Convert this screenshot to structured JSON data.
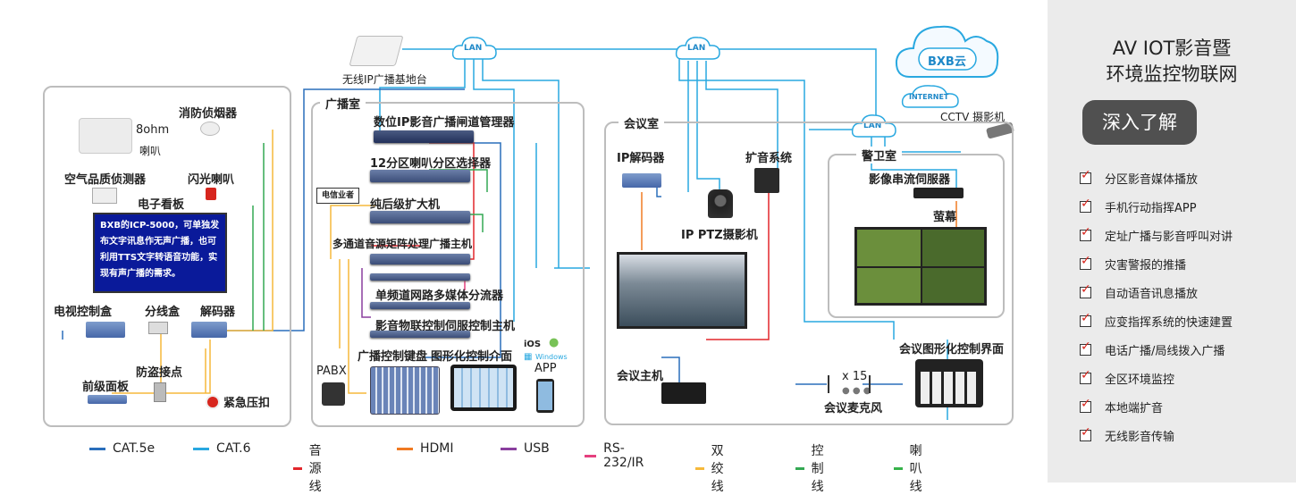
{
  "diagram": {
    "clouds": {
      "lan": "LAN",
      "internet": "INTERNET",
      "bxb": "BXB云"
    },
    "top": {
      "wifi_ap": "无线IP广播基地台",
      "cctv": "CCTV 摄影机"
    },
    "left_panel": {
      "fire_detector": "消防侦烟器",
      "speaker_spec": "8ohm",
      "speaker": "喇叭",
      "air_quality": "空气品质侦测器",
      "strobe_horn": "闪光喇叭",
      "e_board": "电子看板",
      "e_board_text": "BXB的ICP-5000，可单独发布文字讯息作无声广播，也可利用TTS文字转语音功能，实现有声广播的需求。",
      "tv_ctrl": "电视控制盒",
      "splitter": "分线盒",
      "decoder": "解码器",
      "anti_theft": "防盗接点",
      "front_panel": "前级面板",
      "emergency": "紧急压扣"
    },
    "broadcast_room": {
      "title": "广播室",
      "gateway": "数位IP影音广播闸道管理器",
      "zone_selector": "12分区喇叭分区选择器",
      "amplifier": "纯后级扩大机",
      "telecom": "电信业者",
      "matrix": "多通道音源矩阵处理广播主机",
      "streamer": "单频道网路多媒体分流器",
      "iot_host": "影音物联控制伺服控制主机",
      "pabx": "PABX",
      "keyboard": "广播控制键盘",
      "gui": "图形化控制介面",
      "ios": "iOS",
      "windows": "Windows",
      "app": "APP"
    },
    "meeting_room": {
      "title": "会议室",
      "ip_decoder": "IP解码器",
      "amp_system": "扩音系统",
      "ptz_camera": "IP PTZ摄影机",
      "host": "会议主机",
      "mic_count": "x 15",
      "mic": "会议麦克风",
      "gui": "会议图形化控制界面"
    },
    "guard_room": {
      "title": "警卫室",
      "stream_server": "影像串流伺服器",
      "screen": "萤幕"
    }
  },
  "legend": [
    {
      "label": "CAT.5e",
      "color": "#2a6ebb"
    },
    {
      "label": "CAT.6",
      "color": "#29a8e0"
    },
    {
      "label": "音源线",
      "color": "#e2262b"
    },
    {
      "label": "HDMI",
      "color": "#f07a22"
    },
    {
      "label": "USB",
      "color": "#8a3f9e"
    },
    {
      "label": "RS-232/IR",
      "color": "#e5407e"
    },
    {
      "label": "双绞线",
      "color": "#f6b93b"
    },
    {
      "label": "控制线",
      "color": "#34a853"
    },
    {
      "label": "喇叭线",
      "color": "#36b24a"
    }
  ],
  "sidebar": {
    "title_line1": "AV IOT影音暨",
    "title_line2": "环境监控物联网",
    "button": "深入了解",
    "features": [
      "分区影音媒体播放",
      "手机行动指挥APP",
      "定址广播与影音呼叫对讲",
      "灾害警报的推播",
      "自动语音讯息播放",
      "应变指挥系统的快速建置",
      "电话广播/局线拨入广播",
      "全区环境监控",
      "本地端扩音",
      "无线影音传输"
    ]
  }
}
